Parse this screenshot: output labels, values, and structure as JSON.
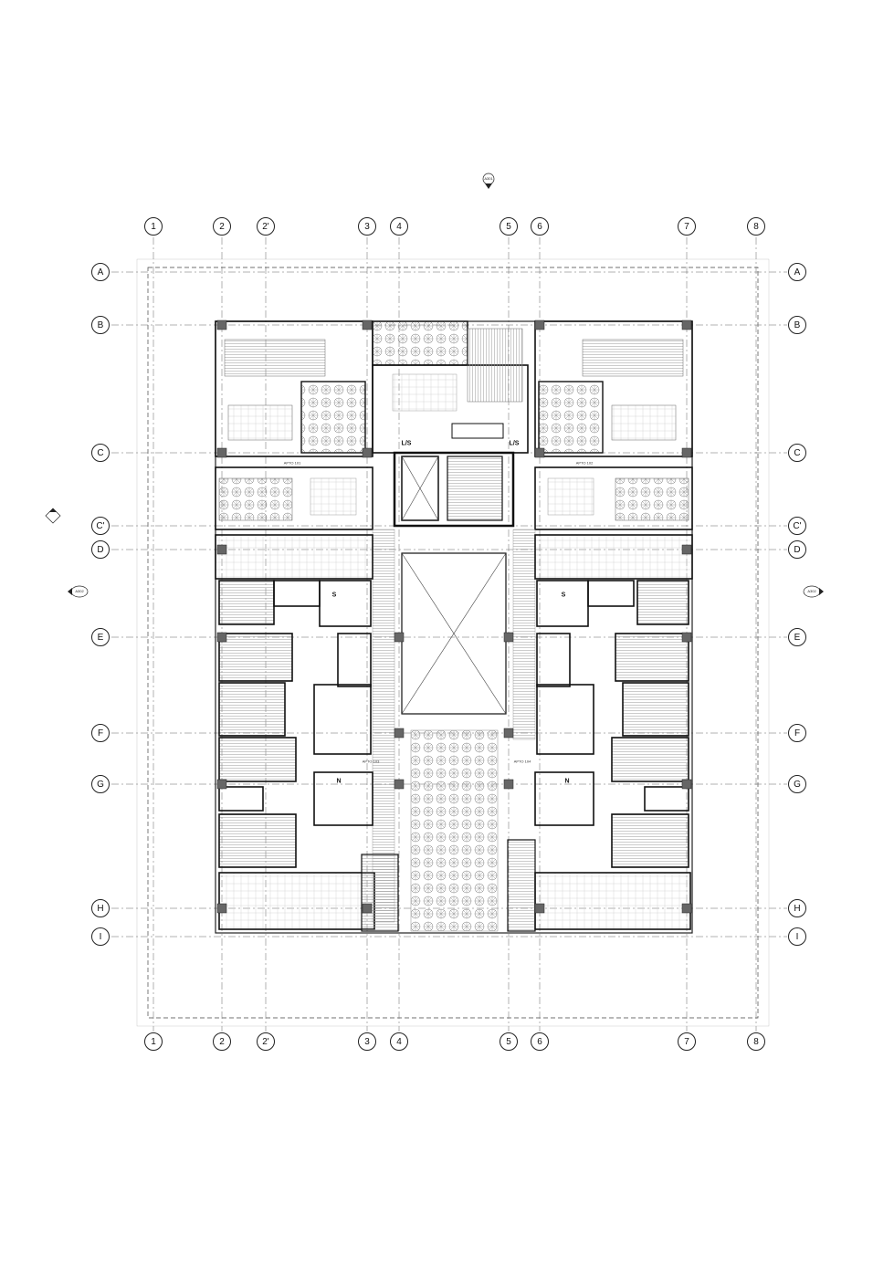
{
  "sheet": {
    "top_section_mark": "A301",
    "left_section_mark": "A302",
    "right_section_mark": "A302"
  },
  "grid": {
    "columns": [
      "1",
      "2",
      "2'",
      "3",
      "4",
      "5",
      "6",
      "7",
      "8"
    ],
    "rows": [
      "A",
      "B",
      "C",
      "C'",
      "D",
      "E",
      "F",
      "G",
      "H",
      "I"
    ]
  },
  "plan_labels": {
    "apto_left_upper": "APTO 101",
    "apto_right_upper": "APTO 102",
    "apto_left_lower": "APTO 103",
    "apto_right_lower": "APTO 104",
    "lift_left": "L/S",
    "lift_right": "L/S",
    "stair_left": "S",
    "stair_right": "S",
    "north_left": "N",
    "north_right": "N"
  },
  "colors": {
    "ink": "#111111",
    "thin_line": "#555555",
    "hatch": "#888888",
    "column": "#666666"
  }
}
